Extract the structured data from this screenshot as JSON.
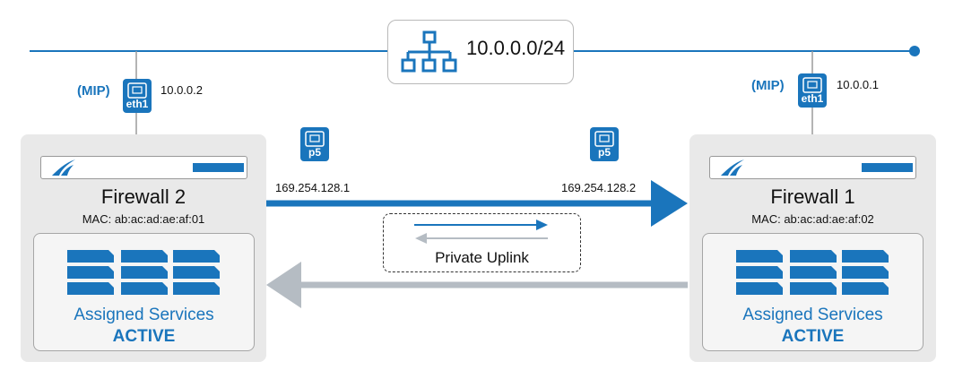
{
  "network": {
    "subnet": "10.0.0.0/24",
    "icon": "network-topology-icon"
  },
  "firewalls": [
    {
      "title": "Firewall 2",
      "mac": "MAC: ab:ac:ad:ae:af:01",
      "mip_label": "(MIP)",
      "mgmt_ip": "10.0.0.2",
      "mgmt_port": "eth1",
      "link_port": "p5",
      "link_ip": "169.254.128.1",
      "services_label": "Assigned Services",
      "services_state": "ACTIVE"
    },
    {
      "title": "Firewall 1",
      "mac": "MAC: ab:ac:ad:ae:af:02",
      "mip_label": "(MIP)",
      "mgmt_ip": "10.0.0.1",
      "mgmt_port": "eth1",
      "link_port": "p5",
      "link_ip": "169.254.128.2",
      "services_label": "Assigned Services",
      "services_state": "ACTIVE"
    }
  ],
  "uplink": {
    "label": "Private Uplink"
  },
  "colors": {
    "accent": "#1a75bc",
    "gray_arrow": "#b5bcc3",
    "panel": "#e9e9e9"
  }
}
